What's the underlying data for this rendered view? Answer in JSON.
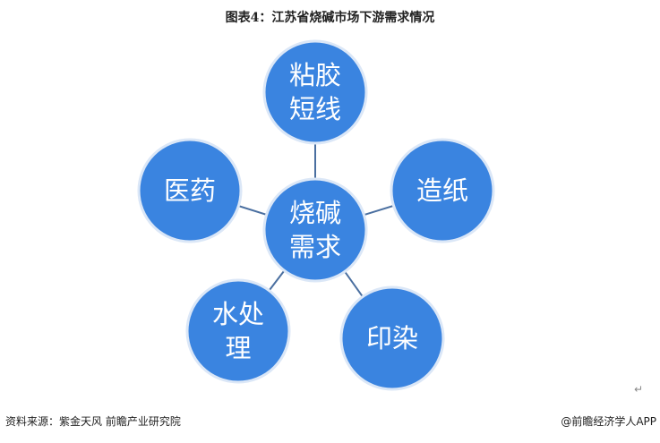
{
  "title": "图表4：江苏省烧碱市场下游需求情况",
  "center": {
    "label_lines": [
      "烧碱",
      "需求"
    ]
  },
  "nodes": [
    {
      "id": "top",
      "label_lines": [
        "粘胶",
        "短线"
      ]
    },
    {
      "id": "left",
      "label_lines": [
        "医药"
      ]
    },
    {
      "id": "right",
      "label_lines": [
        "造纸"
      ]
    },
    {
      "id": "bottom-left",
      "label_lines": [
        "水处",
        "理"
      ]
    },
    {
      "id": "bottom-right",
      "label_lines": [
        "印染"
      ]
    }
  ],
  "footer": {
    "source": "资料来源：紫金天风 前瞻产业研究院",
    "credit": "@前瞻经济学人APP",
    "return_mark": "↵"
  },
  "colors": {
    "node_fill": "#3a84e0",
    "node_stroke": "#dbe7f7",
    "connector": "#4a6fa0"
  }
}
